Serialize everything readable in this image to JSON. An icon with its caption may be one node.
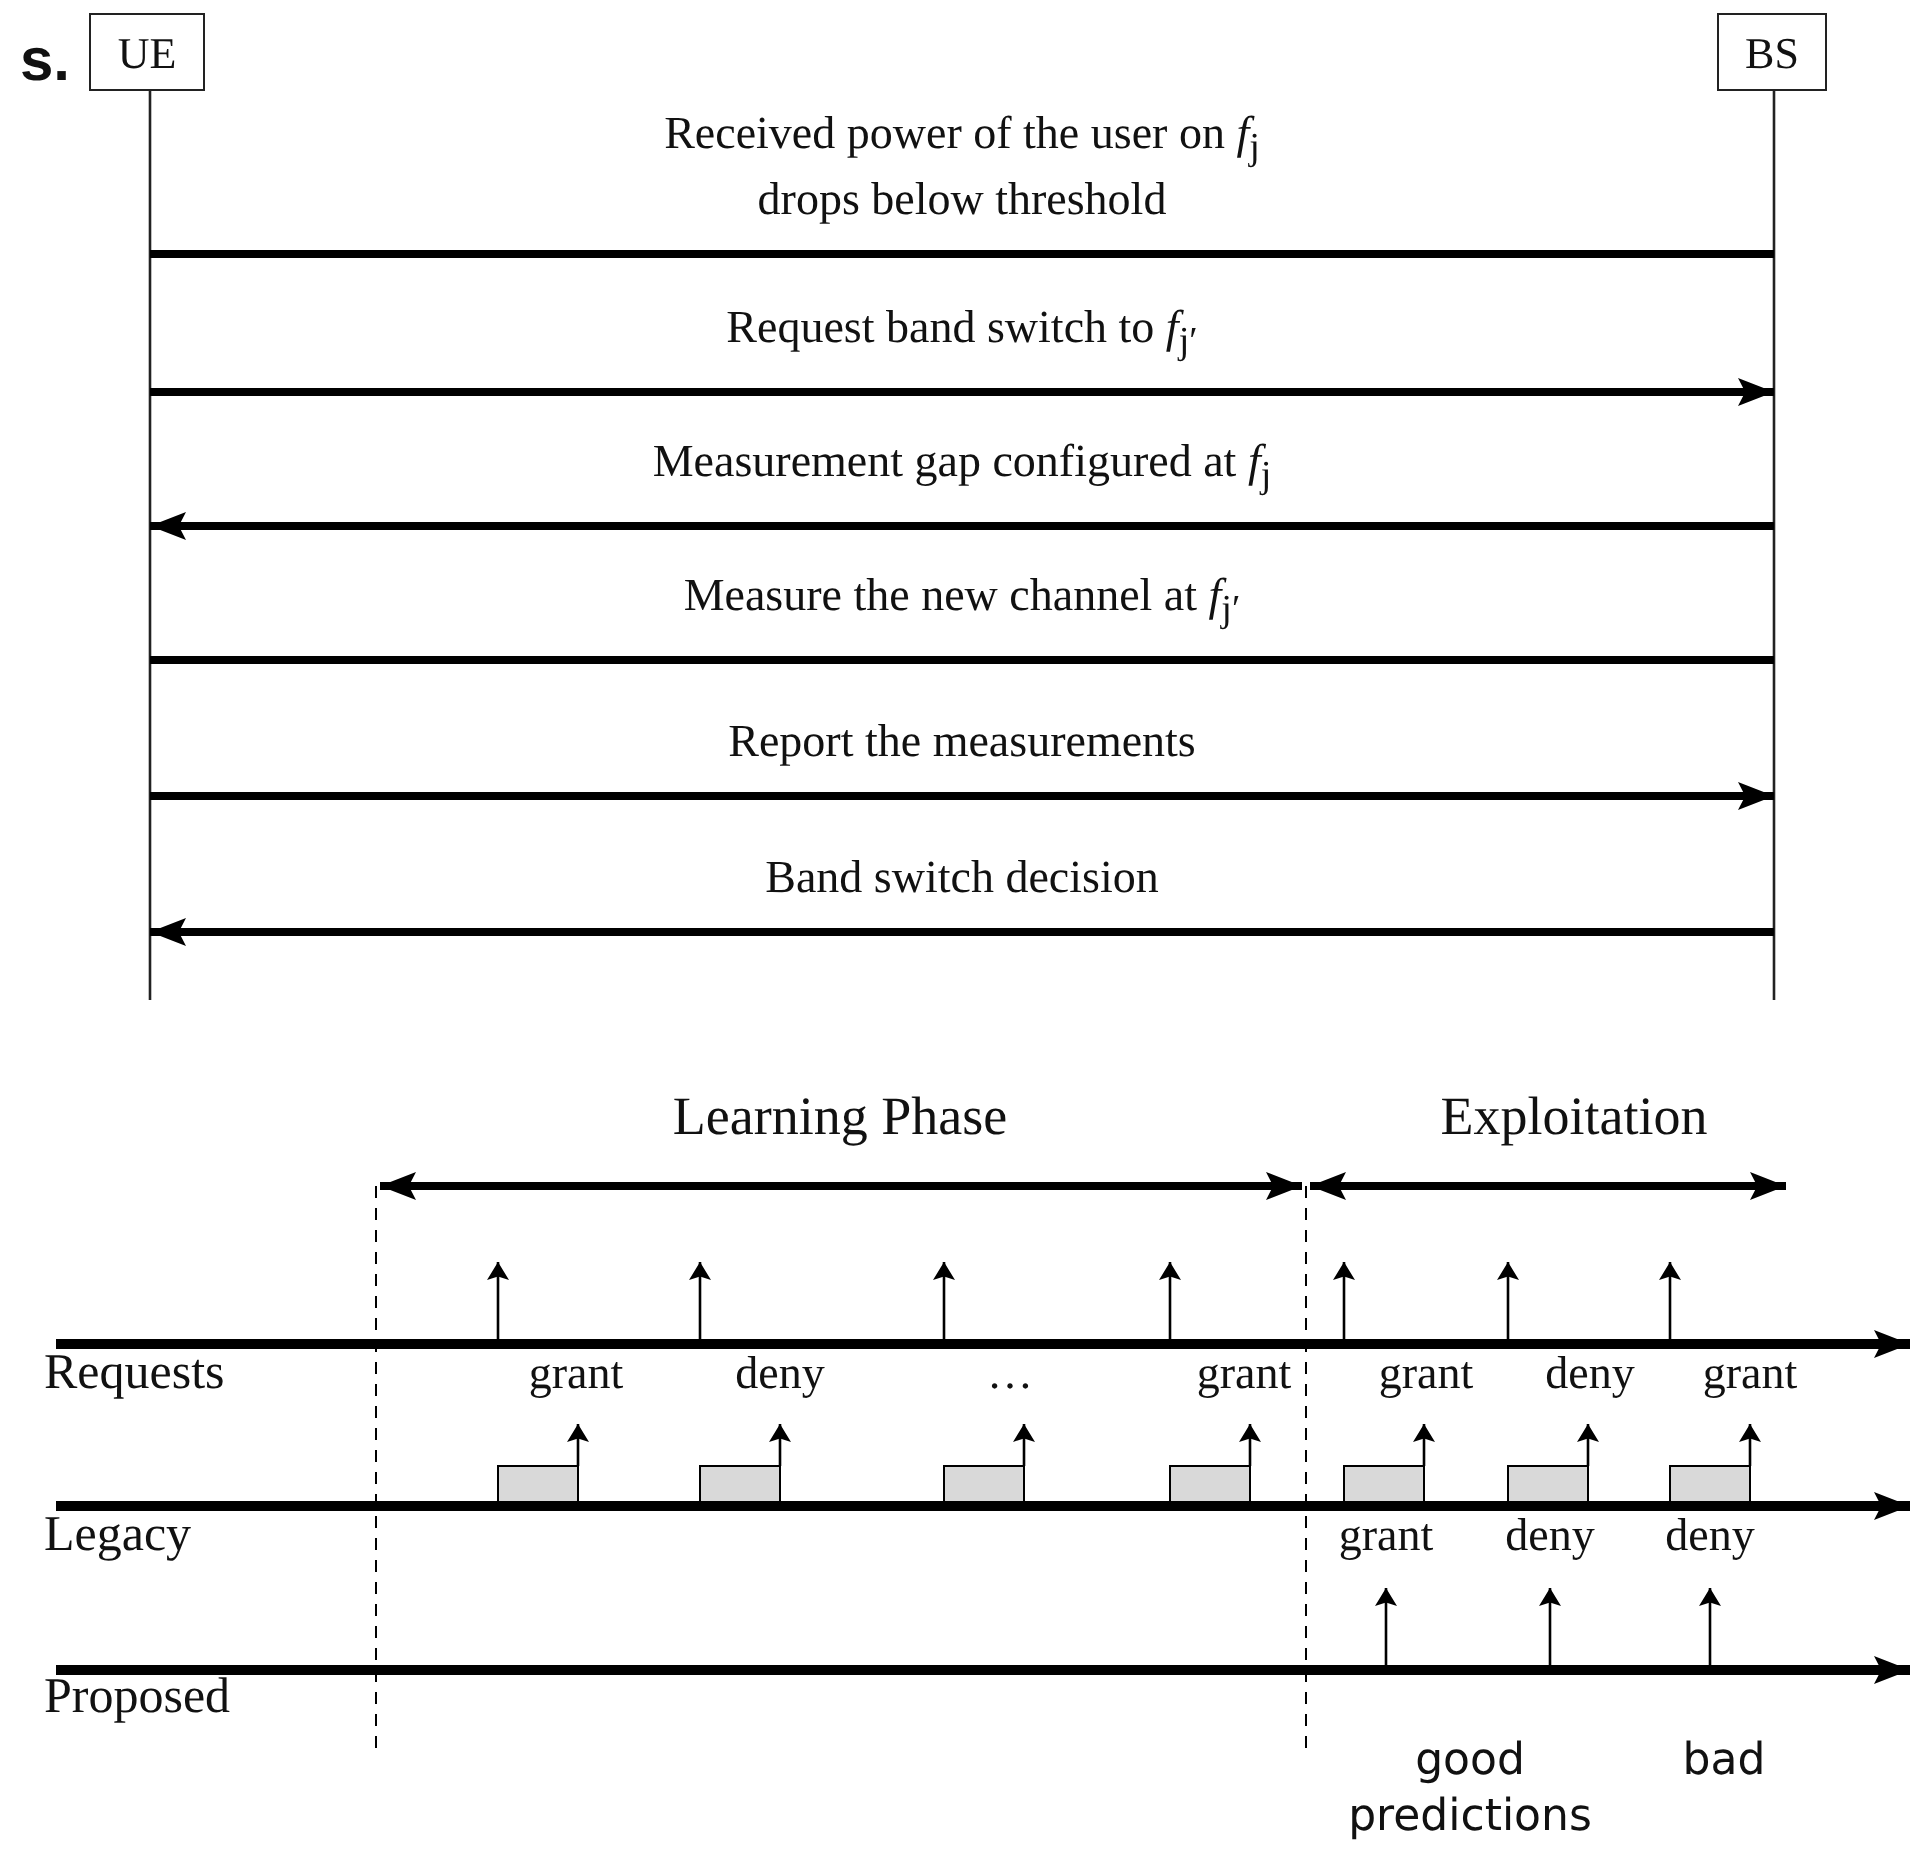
{
  "diagram": {
    "nodes": [
      {
        "text": [
          "UE"
        ]
      },
      {
        "text": [
          "BS"
        ]
      }
    ],
    "edges": [
      {
        "from": 0,
        "to": 1,
        "arrow": "none",
        "label": "Received power of the user on *f*$_{j}$ drops below threshold"
      },
      {
        "from": 0,
        "to": 1,
        "arrow": "to",
        "label": "Request band switch to *f*$_{j′}$"
      },
      {
        "from": 1,
        "to": 0,
        "arrow": "to",
        "label": "Measurement gap configured at *f*$_{j}$"
      },
      {
        "from": 0,
        "to": 1,
        "arrow": "none",
        "label": "Measure the new channel at *f*$_{j′}$"
      },
      {
        "from": 0,
        "to": 1,
        "arrow": "to",
        "label": "Report the measurements"
      },
      {
        "from": 1,
        "to": 0,
        "arrow": "to",
        "label": "Band switch decision"
      }
    ],
    "labels": [
      "s.",
      "Learning Phase",
      "Exploitation",
      "Requests",
      "grant",
      "deny",
      "…",
      "grant",
      "grant",
      "deny",
      "grant",
      "Legacy",
      "grant",
      "deny",
      "deny",
      "Proposed",
      "good",
      "bad",
      "predictions"
    ]
  }
}
